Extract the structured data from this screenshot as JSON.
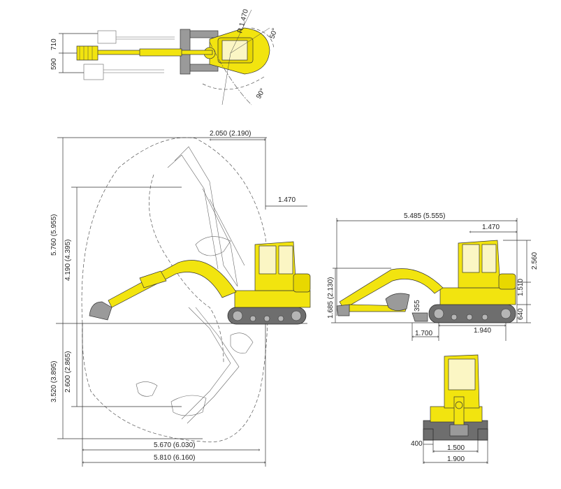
{
  "top_view": {
    "width_710": "710",
    "width_590": "590",
    "radius": "R.1.470",
    "angle_right": "50°",
    "angle_left": "90°"
  },
  "side_view": {
    "reach_top": "2.050 (2.190)",
    "tail_swing": "1.470",
    "max_height": "5.760 (5.955)",
    "dump_height": "4.190 (4.395)",
    "max_depth": "3.520 (3.895)",
    "vertical_depth": "2.600 (2.865)",
    "reach_ground": "5.670 (6.030)",
    "max_reach": "5.810 (6.160)"
  },
  "transport_view": {
    "length": "5.485 (5.555)",
    "tail": "1.470",
    "height": "2.560",
    "boom_height": "1.685 (2.130)",
    "cab_height": "1.510",
    "blade": "355",
    "track_height": "640",
    "front": "1.700",
    "track_length": "1.940"
  },
  "front_view": {
    "shoe": "400",
    "track_gauge": "1.500",
    "overall_width": "1.900"
  }
}
